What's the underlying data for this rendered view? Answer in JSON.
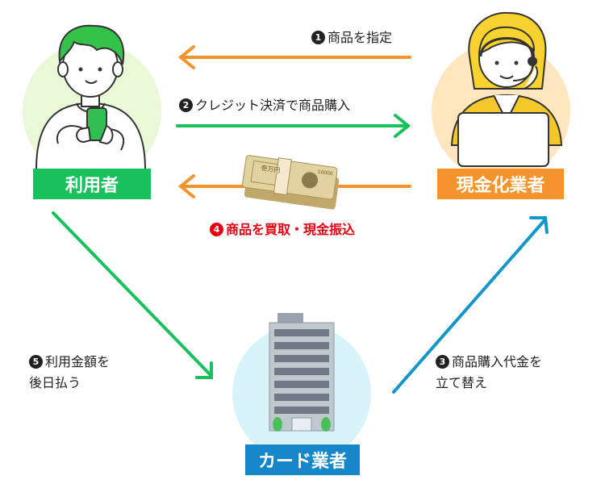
{
  "actors": {
    "user": {
      "label": "利用者",
      "color": "#18c15e"
    },
    "merchant": {
      "label": "現金化業者",
      "color": "#f5942c"
    },
    "card_company": {
      "label": "カード業者",
      "color": "#1586c8"
    }
  },
  "steps": [
    {
      "num": "1",
      "text": "商品を指定",
      "arrow_color": "#f5942c"
    },
    {
      "num": "2",
      "text": "クレジット決済で商品購入",
      "arrow_color": "#18c15e"
    },
    {
      "num": "3",
      "text": "商品購入代金を",
      "text2": "立て替え",
      "arrow_color": "#1596c8"
    },
    {
      "num": "4",
      "text": "商品を買取・現金振込",
      "arrow_color": "#f5942c",
      "highlight": true
    },
    {
      "num": "5",
      "text": "利用金額を",
      "text2": "後日払う",
      "arrow_color": "#18c15e"
    }
  ],
  "banknote": {
    "label": "壱万円",
    "serial": "10000"
  },
  "icons": [
    "person-with-phone-icon",
    "operator-with-laptop-icon",
    "office-building-icon",
    "banknote-bundle-icon"
  ]
}
